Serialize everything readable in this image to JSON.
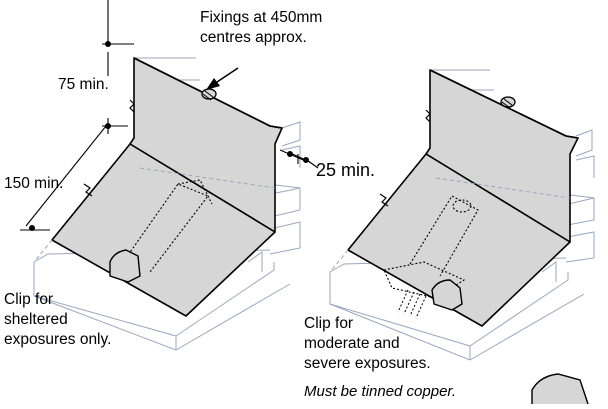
{
  "labels": {
    "fixings_line1": "Fixings at 450mm",
    "fixings_line2": "centres approx.",
    "dim_75": "75 min.",
    "dim_150": "150 min.",
    "dim_25": "25 min.",
    "left_caption_line1": "Clip for",
    "left_caption_line2": "sheltered",
    "left_caption_line3": "exposures only.",
    "right_caption_line1": "Clip for",
    "right_caption_line2": "moderate and",
    "right_caption_line3": "severe exposures.",
    "note": "Must be tinned copper."
  },
  "colors": {
    "sheet_fill": "#d6d6d6",
    "line": "#000000",
    "faint_line": "#9aa7bd",
    "background": "#ffffff"
  }
}
